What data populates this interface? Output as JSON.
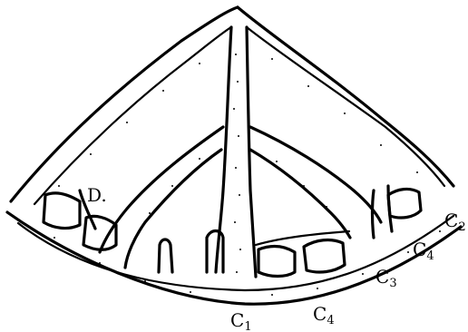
{
  "labels": {
    "d": {
      "main": "D",
      "suffix": "."
    },
    "c1": {
      "main": "C",
      "sub": "1"
    },
    "c2": {
      "main": "C",
      "sub": "2"
    },
    "c3": {
      "main": "C",
      "sub": "3"
    },
    "c4_right": {
      "main": "C",
      "sub": "4"
    },
    "c4_bottom": {
      "main": "C",
      "sub": "4"
    }
  }
}
